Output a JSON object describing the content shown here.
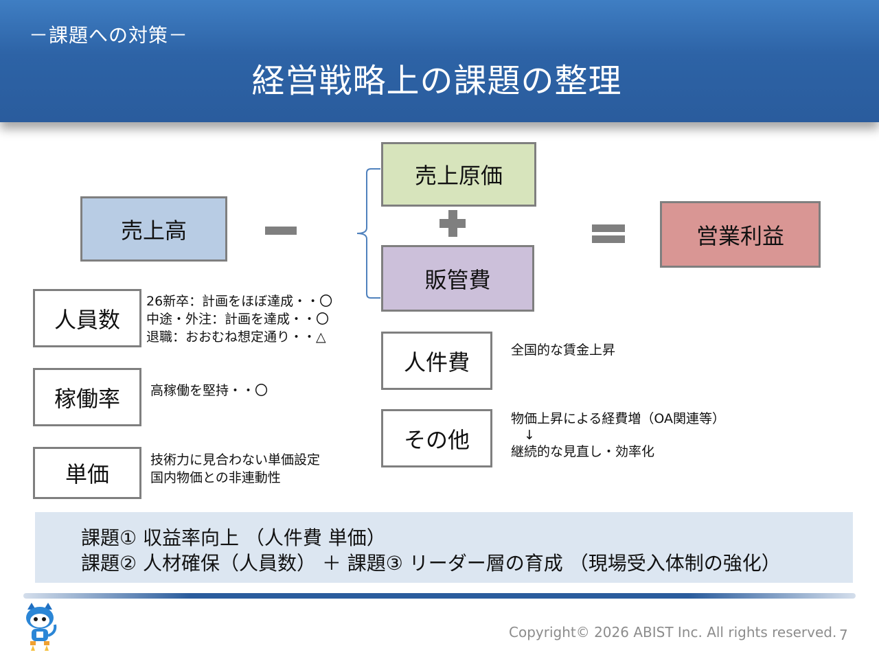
{
  "header": {
    "subtitle": "－課題への対策－",
    "title": "経営戦略上の課題の整理"
  },
  "formula": {
    "sales": "売上高",
    "cost_of_sales": "売上原価",
    "sga": "販管費",
    "operating_profit": "営業利益"
  },
  "left_items": [
    {
      "label": "人員数",
      "notes": [
        "26新卒：計画をほぼ達成・・〇",
        "中途・外注：計画を達成・・〇",
        "退職：おおむね想定通り・・△"
      ]
    },
    {
      "label": "稼働率",
      "notes": [
        "高稼働を堅持・・〇"
      ]
    },
    {
      "label": "単価",
      "notes": [
        "技術力に見合わない単価設定",
        "国内物価との非連動性"
      ]
    }
  ],
  "right_items": [
    {
      "label": "人件費",
      "notes": [
        "全国的な賃金上昇"
      ]
    },
    {
      "label": "その他",
      "notes": [
        "物価上昇による経費増（OA関連等）",
        "　↓",
        "継続的な見直し・効率化"
      ]
    }
  ],
  "summary": {
    "line1": "課題① 収益率向上 （人件費  単価）",
    "line2": "課題② 人材確保（人員数）  ＋  課題③ リーダー層の育成 （現場受入体制の強化）"
  },
  "footer": {
    "copyright": "Copyright© 2026 ABIST Inc. All rights reserved.",
    "page": "7"
  },
  "colors": {
    "header_blue": "#2d63a6",
    "sales_box": "#b8cce4",
    "cogs_box": "#d7e4bc",
    "sga_box": "#ccc0da",
    "profit_box": "#d99694",
    "summary_bg": "#dce6f1"
  }
}
